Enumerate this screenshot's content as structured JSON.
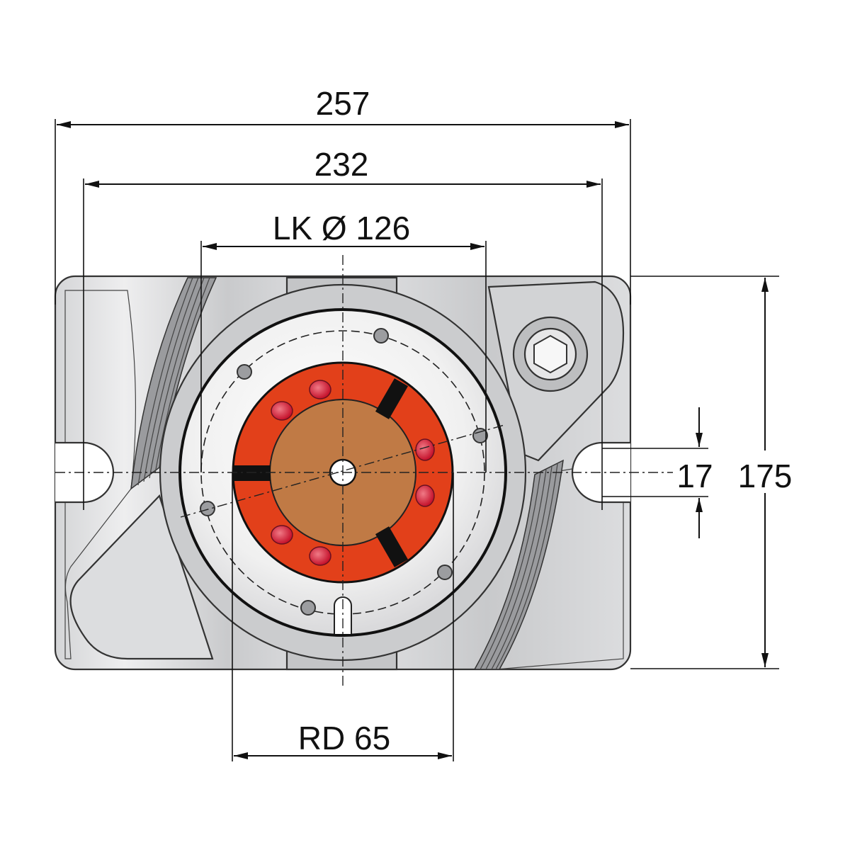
{
  "dimensions": {
    "overall_width": "257",
    "slot_spacing": "232",
    "bolt_circle": "LK Ø 126",
    "chuck_diameter": "RD 65",
    "slot_width": "17",
    "overall_height": "175"
  },
  "colors": {
    "body_gray": "#cfd0d2",
    "body_light": "#e4e5e7",
    "ring_white": "#f3f3f3",
    "chuck_red": "#e2401a",
    "chuck_core": "#c07a45",
    "jaw_black": "#111111",
    "pin_red": "#d9243a",
    "dimension_line": "#111111"
  }
}
